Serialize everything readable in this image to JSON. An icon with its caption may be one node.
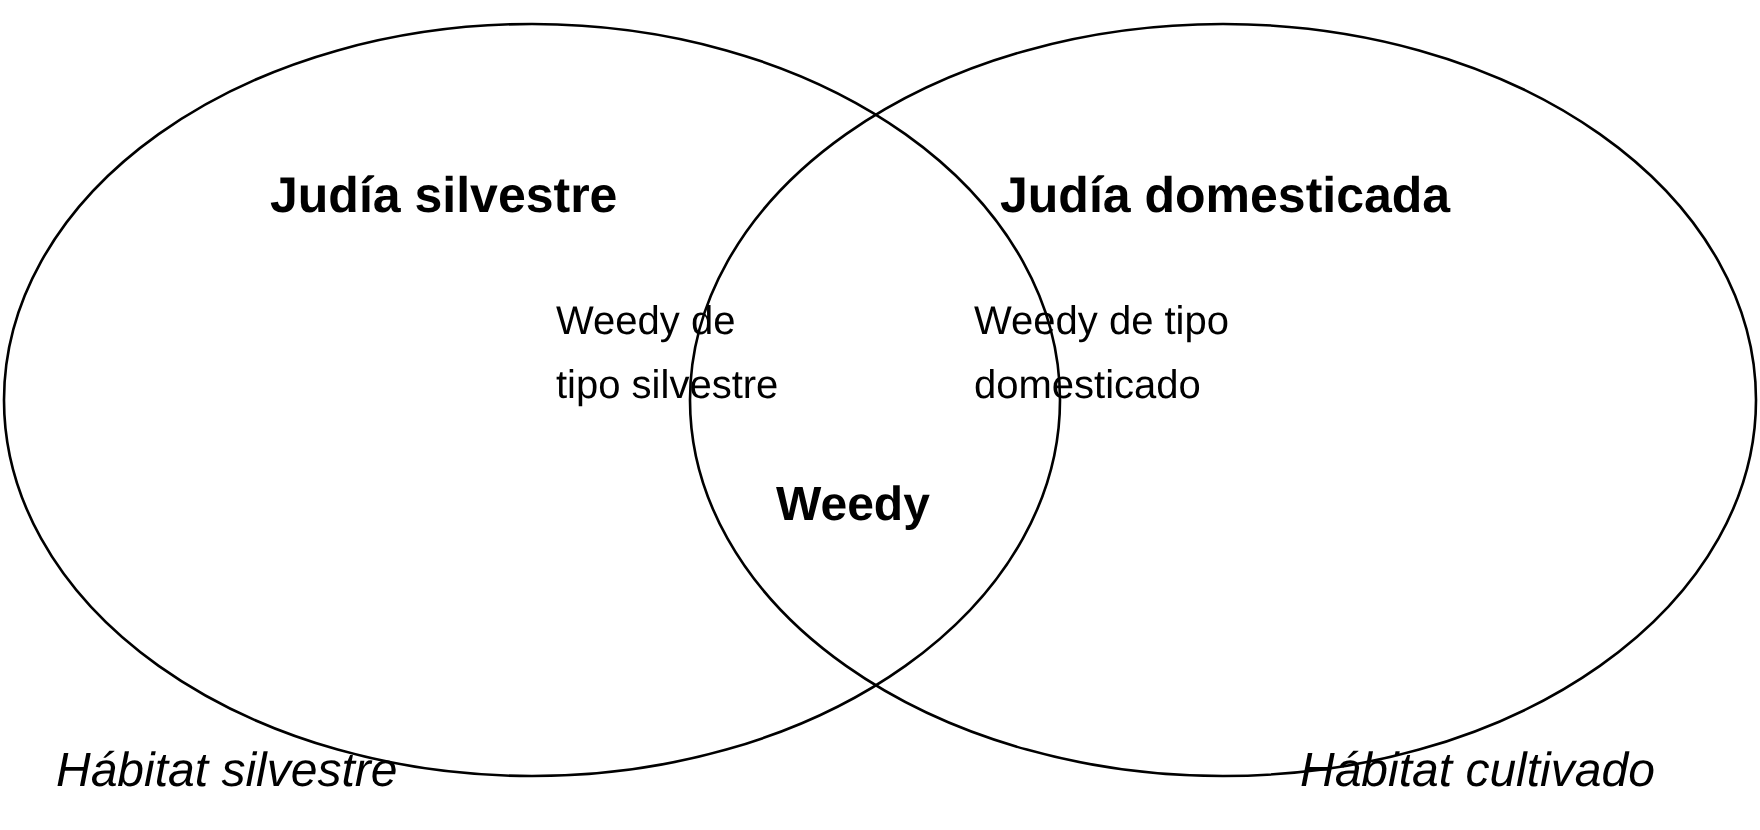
{
  "diagram": {
    "nodes": [
      {
        "text": [
          "Judía silvestre"
        ]
      },
      {
        "text": [
          "Judía domesticada"
        ]
      }
    ],
    "labels": [
      "Weedy de tipo silvestre",
      "Weedy de tipo domesticado",
      "Weedy",
      "Hábitat silvestre",
      "Hábitat cultivado"
    ]
  }
}
